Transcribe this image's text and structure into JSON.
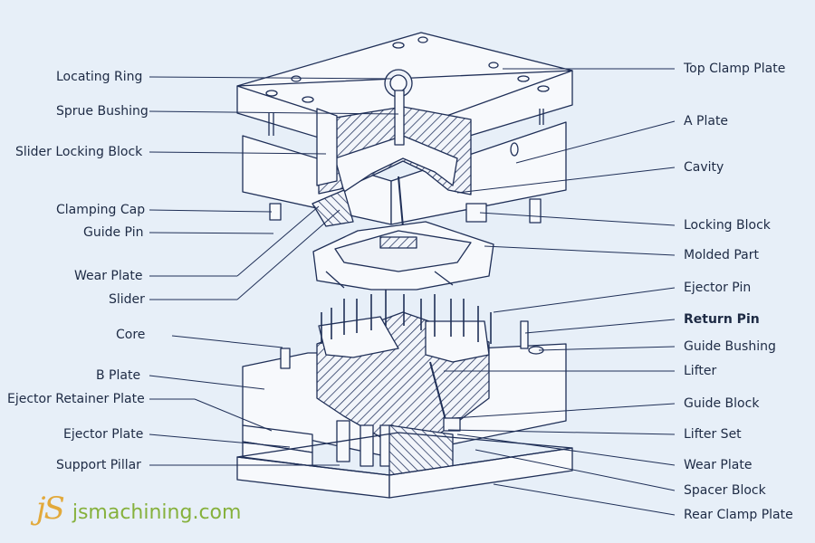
{
  "colors": {
    "background": "#e7eff8",
    "ink": "#1f2f57",
    "plate_fill": "#f7f9fc",
    "logo_mark": "#e2a93b",
    "logo_text": "#86b13d"
  },
  "logo": {
    "mark": "jS",
    "text": "jsmachining.com"
  },
  "labels_left": [
    {
      "id": "locating-ring",
      "text": "Locating Ring"
    },
    {
      "id": "sprue-bushing",
      "text": "Sprue Bushing"
    },
    {
      "id": "slider-locking-block",
      "text": "Slider Locking Block"
    },
    {
      "id": "clamping-cap",
      "text": "Clamping Cap"
    },
    {
      "id": "guide-pin",
      "text": "Guide Pin"
    },
    {
      "id": "wear-plate-left",
      "text": "Wear Plate"
    },
    {
      "id": "slider",
      "text": "Slider"
    },
    {
      "id": "core",
      "text": "Core"
    },
    {
      "id": "b-plate",
      "text": "B Plate"
    },
    {
      "id": "ejector-retainer-plate",
      "text": "Ejector Retainer Plate"
    },
    {
      "id": "ejector-plate",
      "text": "Ejector Plate"
    },
    {
      "id": "support-pillar",
      "text": "Support Pillar"
    }
  ],
  "labels_right": [
    {
      "id": "top-clamp-plate",
      "text": "Top Clamp Plate"
    },
    {
      "id": "a-plate",
      "text": "A Plate"
    },
    {
      "id": "cavity",
      "text": "Cavity"
    },
    {
      "id": "locking-block",
      "text": "Locking Block"
    },
    {
      "id": "molded-part",
      "text": "Molded Part"
    },
    {
      "id": "ejector-pin",
      "text": "Ejector Pin"
    },
    {
      "id": "return-pin",
      "text": "Return Pin"
    },
    {
      "id": "guide-bushing",
      "text": "Guide Bushing"
    },
    {
      "id": "lifter",
      "text": "Lifter"
    },
    {
      "id": "guide-block",
      "text": "Guide Block"
    },
    {
      "id": "lifter-set",
      "text": "Lifter Set"
    },
    {
      "id": "wear-plate-right",
      "text": "Wear Plate"
    },
    {
      "id": "spacer-block",
      "text": "Spacer Block"
    },
    {
      "id": "rear-clamp-plate",
      "text": "Rear Clamp Plate"
    }
  ]
}
